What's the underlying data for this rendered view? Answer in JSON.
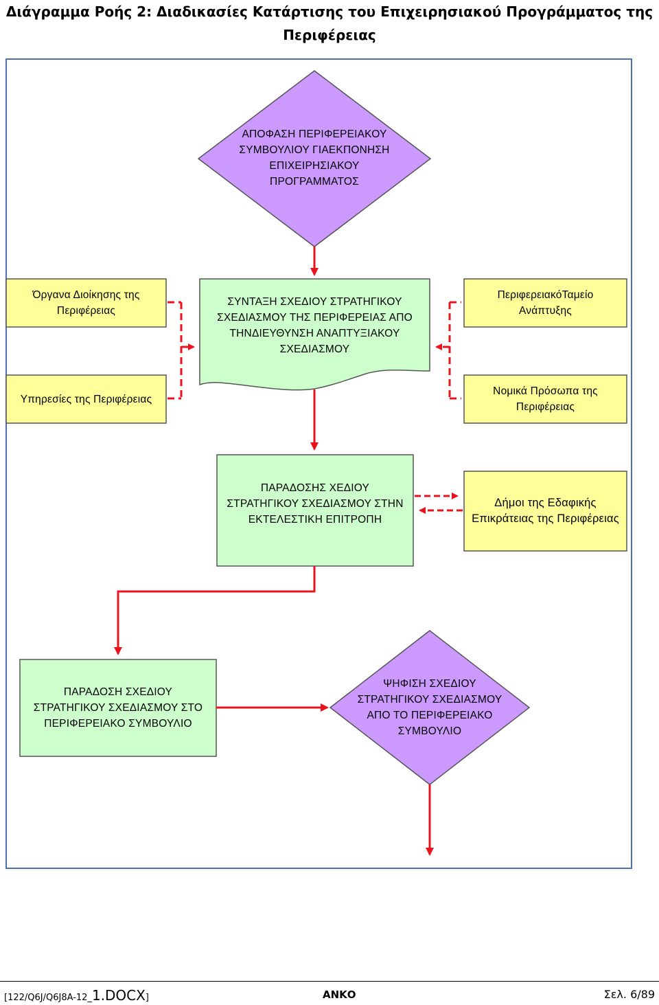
{
  "title": {
    "line1": "Διάγραμμα Ροής 2: Διαδικασίες Κατάρτισης του Επιχειρησιακού Προγράμματος της",
    "line2": "Περιφέρειας"
  },
  "nodes": {
    "decision_top": [
      "ΑΠΟΦΑΣΗ ΠΕΡΙΦΕΡΕΙΑΚΟΥ",
      "ΣΥΜΒΟΥΛΙΟΥ ΓΙΑΕΚΠΟΝΗΣΗ",
      "ΕΠΙΧΕΙΡΗΣΙΑΚΟΥ",
      "ΠΡΟΓΡΑΜΜΑΤΟΣ"
    ],
    "governance": [
      "Όργανα Διοίκησης της",
      "Περιφέρειας"
    ],
    "services": [
      "Υπηρεσίες της Περιφέρειας"
    ],
    "drafting": [
      "ΣΥΝΤΑΞΗ ΣΧΕΔΙΟΥ ΣΤΡΑΤΗΓΙΚΟΥ",
      "ΣΧΕΔΙΑΣΜΟΥ ΤΗΣ ΠΕΡΙΦΕΡΕΙΑΣ ΑΠΟ",
      "ΤΗΝΔΙΕΥΘΥΝΣΗ ΑΝΑΠΤΥΞΙΑΚΟΥ",
      "ΣΧΕΔΙΑΣΜΟΥ"
    ],
    "fund": [
      "ΠεριφερειακόΤαμείο",
      "Ανάπτυξης"
    ],
    "legal_entities": [
      "Νομικά Πρόσωπα της",
      "Περιφέρειας"
    ],
    "to_committee": [
      "ΠΑΡΑΔΟΣΗΣ ΧΕΔΙΟΥ",
      "ΣΤΡΑΤΗΓΙΚΟΥ ΣΧΕΔΙΑΣΜΟΥ ΣΤΗΝ",
      "ΕΚΤΕΛΕΣΤΙΚΗ ΕΠΙΤΡΟΠΗ"
    ],
    "municipalities": [
      "Δήμοι της Εδαφικής",
      "Επικράτειας της Περιφέρειας"
    ],
    "to_council": [
      "ΠΑΡΑΔΟΣΗ ΣΧΕΔΙΟΥ",
      "ΣΤΡΑΤΗΓΙΚΟΥ ΣΧΕΔΙΑΣΜΟΥ ΣΤΟ",
      "ΠΕΡΙΦΕΡΕΙΑΚΟ ΣΥΜΒΟΥΛΙΟ"
    ],
    "vote": [
      "ΨΗΦΙΣΗ ΣΧΕΔΙΟΥ",
      "ΣΤΡΑΤΗΓΙΚΟΥ ΣΧΕΔΙΑΣΜΟΥ",
      "ΑΠΟ ΤΟ ΠΕΡΙΦΕΡΕΙΑΚΟ",
      "ΣΥΜΒΟΥΛΙΟ"
    ]
  },
  "colors": {
    "purple": "#cc99ff",
    "green": "#ccffcc",
    "yellow": "#ffff99",
    "arrow": "#e8131c",
    "frame": "#4f6fb4"
  },
  "footer": {
    "doc_prefix": "[122/Q6J/Q6J8A-12_",
    "doc_big": "1.DOCX",
    "doc_suffix": "]",
    "org": "ΑΝΚΟ",
    "page": "Σελ. 6/89"
  }
}
